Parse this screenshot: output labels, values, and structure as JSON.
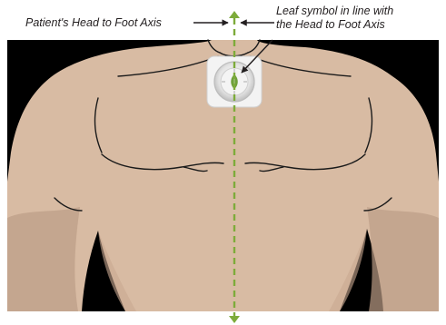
{
  "annotations": {
    "axis_label": "Patient's Head to Foot Axis",
    "leaf_label_line1": "Leaf symbol in line with",
    "leaf_label_line2": "the Head to Foot Axis"
  },
  "colors": {
    "background": "#000000",
    "skin": "#d8bba3",
    "skin_shadow": "#bc9d86",
    "outline": "#1a1a1a",
    "axis": "#7dab3a",
    "sensor_body": "#e7e7e7",
    "leaf": "#6fa03a"
  },
  "icons": {
    "sensor": "sensor-device-icon",
    "leaf": "leaf-icon"
  }
}
